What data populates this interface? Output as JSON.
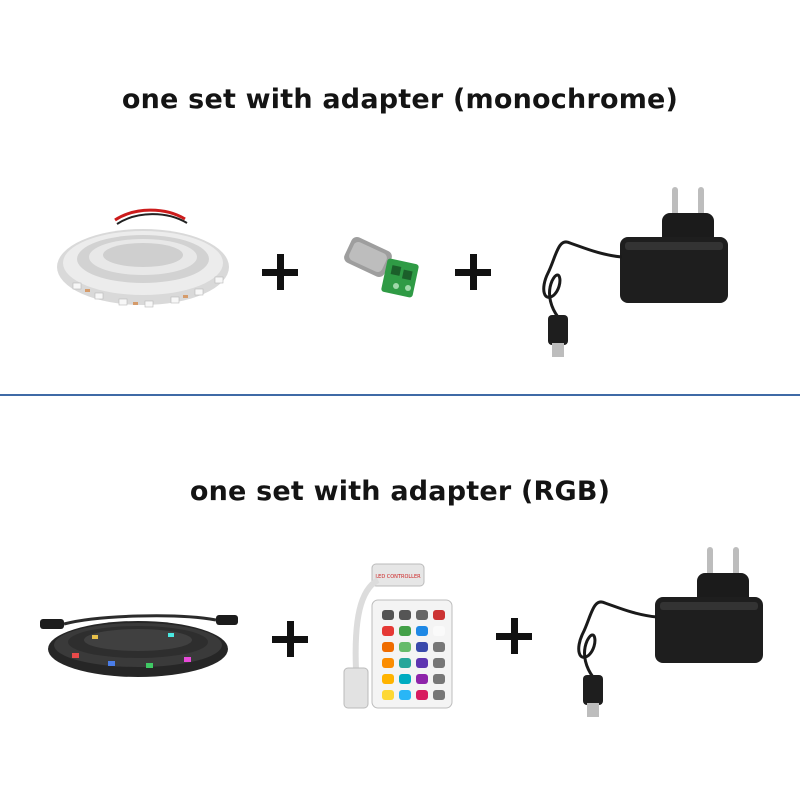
{
  "sections": {
    "monochrome": {
      "title": "one set with adapter (monochrome)"
    },
    "rgb": {
      "title": "one set with adapter (RGB)",
      "remote_header_text": "LED CONTROLLER"
    }
  },
  "colors": {
    "divider": "#3f6aa6",
    "title_text": "#141414",
    "adapter_body": "#1e1e1e",
    "connector_green": "#2f9b45"
  }
}
